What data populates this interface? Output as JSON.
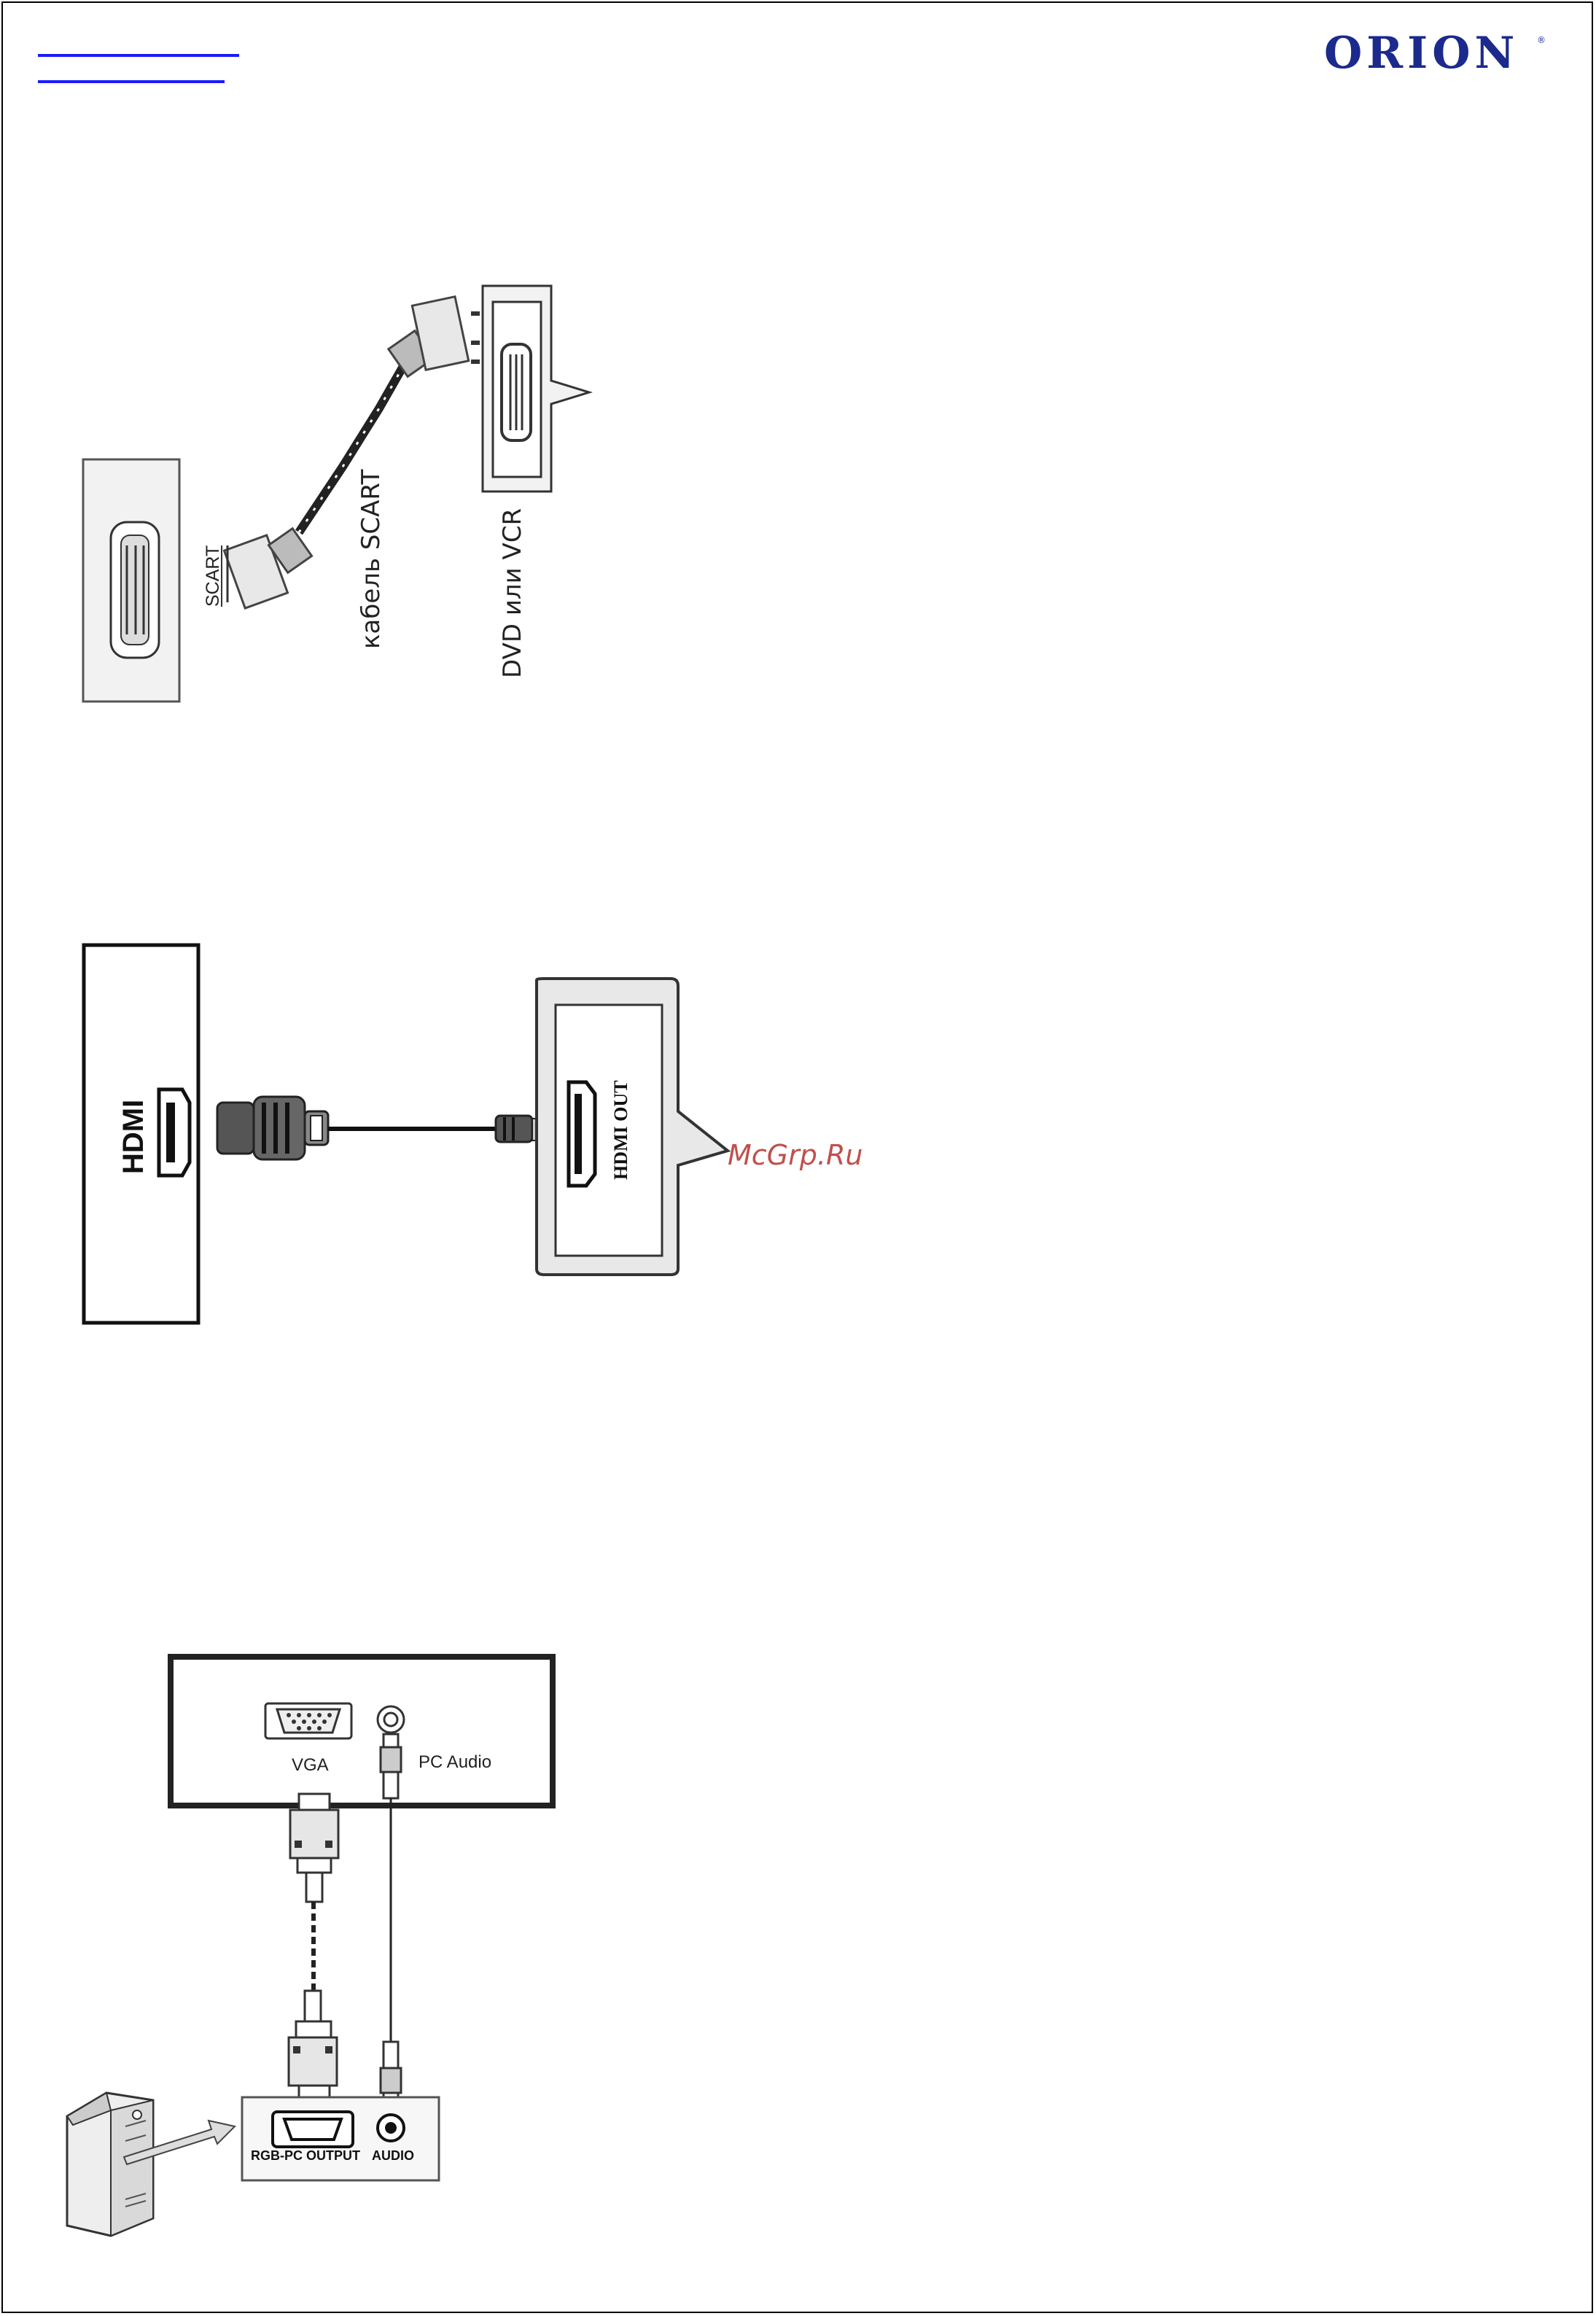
{
  "header": {
    "brand": "ORION",
    "trademark": "®"
  },
  "scart_diagram": {
    "port_label": "SCART",
    "cable_label": "кабель SCART",
    "device_label": "DVD или VCR"
  },
  "hdmi_diagram": {
    "port_label": "HDMI",
    "device_port_label": "HDMI OUT"
  },
  "vga_diagram": {
    "vga_label": "VGA",
    "pc_audio_label": "PC Audio",
    "rgb_output_label": "RGB-PC OUTPUT",
    "audio_label": "AUDIO"
  },
  "watermark": "McGrp.Ru",
  "colors": {
    "brand": "#1b2a8c",
    "link": "#1a1aff",
    "watermark": "#c0504d"
  }
}
